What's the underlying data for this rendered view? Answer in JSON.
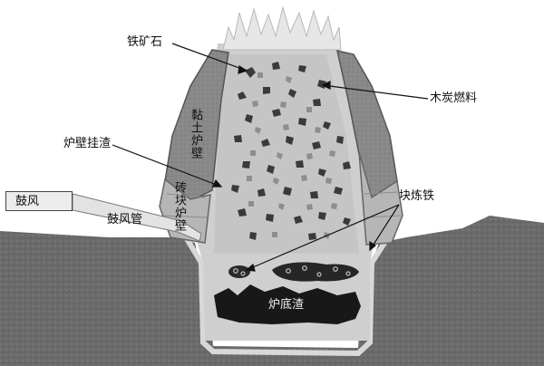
{
  "labels": {
    "iron_ore": "铁矿石",
    "charcoal_fuel": "木炭燃料",
    "wall_slag": "炉壁挂渣",
    "clay_wall": "黏土炉壁",
    "brick_wall": "砖块炉壁",
    "bellows": "鼓风",
    "tuyere": "鼓风管",
    "bloom_iron": "块炼铁",
    "hearth_slag": "炉底渣"
  },
  "colors": {
    "ground": "#6e6e6e",
    "furnace_interior": "#d0d0d0",
    "clay_wall": "#8c8c8c",
    "brick_wall": "#b4b4b4",
    "charcoal": "#3a3a3a",
    "slag": "#1a1a1a",
    "flame": "#e4e4e4"
  }
}
